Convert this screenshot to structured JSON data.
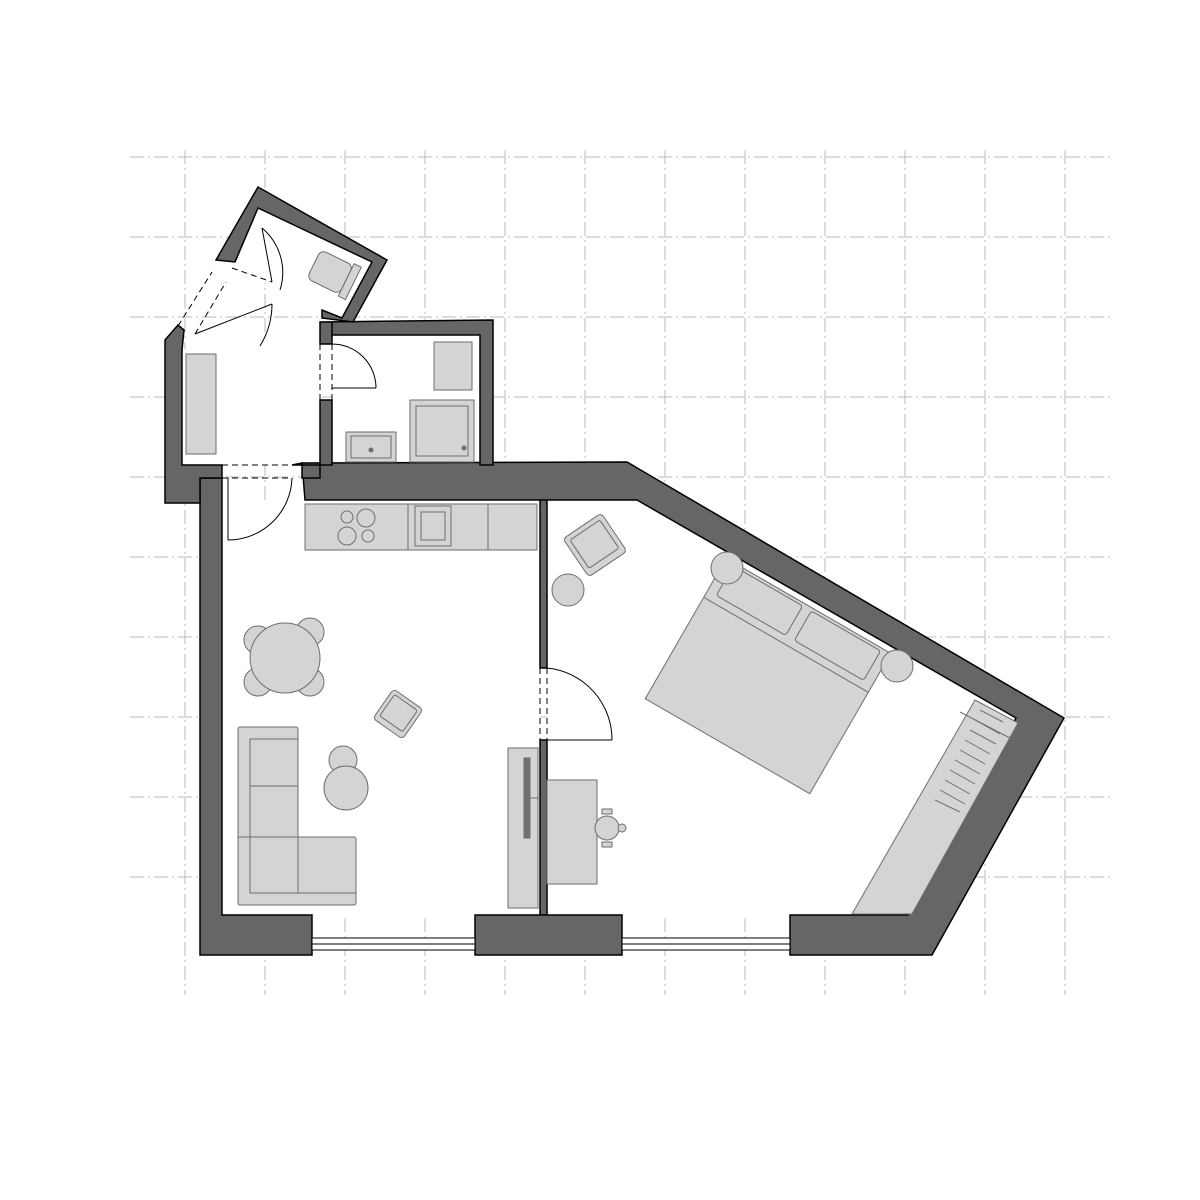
{
  "colors": {
    "wall": "#666666",
    "furniture": "#d4d4d4",
    "furniture_outline": "#707070",
    "grid": "#b8b8b8",
    "background": "#ffffff"
  },
  "grid": {
    "x_ticks": 12,
    "y_ticks": 10,
    "style": "dash-dot"
  },
  "rooms": [
    "wc",
    "entrance-hall",
    "bathroom",
    "kitchen-living-room",
    "bedroom"
  ],
  "icons": {
    "door": "door-swing-arc",
    "window": "double-line-window",
    "toilet": "toilet-icon",
    "shower": "shower-tray-icon",
    "sink": "sink-icon",
    "hob": "cooktop-icon",
    "bed": "double-bed-icon",
    "sofa": "corner-sofa-icon"
  }
}
